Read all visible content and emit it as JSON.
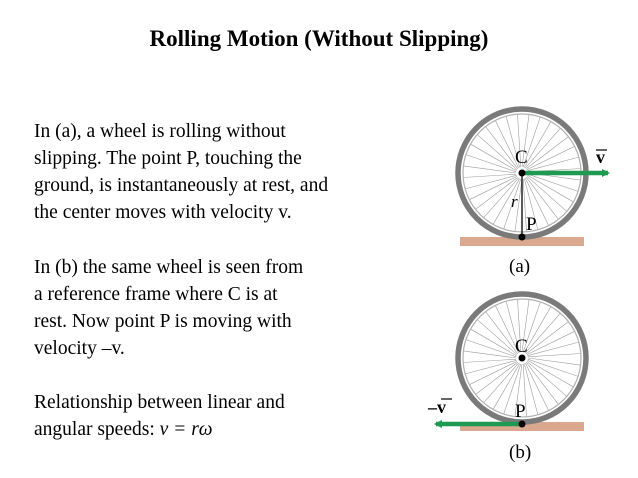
{
  "title": "Rolling Motion (Without Slipping)",
  "paragraphs": {
    "p1": [
      "In (a), a wheel is rolling without",
      "slipping. The point P, touching the",
      "ground, is instantaneously at rest, and",
      "the center moves with velocity v."
    ],
    "p2": [
      "In (b) the same wheel is seen from",
      "a reference frame where C is at",
      "rest. Now point P is moving with",
      "velocity –v."
    ],
    "p3": {
      "line1": "Relationship between linear and",
      "line2_text": "angular speeds: ",
      "equation": "v = rω"
    }
  },
  "figure_a": {
    "center_label": "C",
    "contact_label": "P",
    "radius_label": "r",
    "velocity_label": "v",
    "caption": "(a)"
  },
  "figure_b": {
    "center_label": "C",
    "contact_label": "P",
    "velocity_label": "–v",
    "caption": "(b)"
  },
  "colors": {
    "arrow": "#1f9a52",
    "ground": "#d9a88f",
    "tire": "#7a7a7a",
    "spoke": "#9c9c9c"
  }
}
